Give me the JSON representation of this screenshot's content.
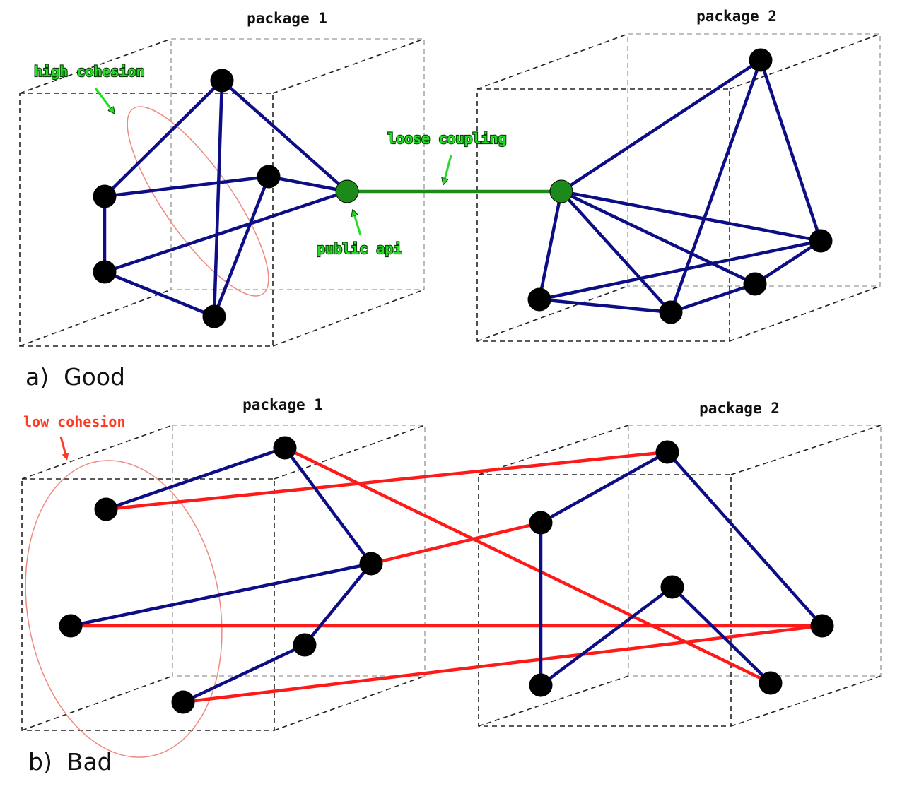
{
  "colors": {
    "internal_edge": "#0d0d85",
    "api_edge": "#1b8a1b",
    "coupling_edge": "#ff1a1a",
    "node": "#000000",
    "api_node": "#1b8a1b",
    "annotation_good": "#22dd22",
    "annotation_bad": "#ff3a22",
    "cohesion_ellipse": "#f08a80"
  },
  "good": {
    "part_label": "a)  Good",
    "package1_title": "package 1",
    "package2_title": "package 2",
    "annotations": {
      "high_cohesion": "high cohesion",
      "loose_coupling": "loose coupling",
      "public_api": "public api"
    }
  },
  "bad": {
    "part_label": "b)  Bad",
    "package1_title": "package 1",
    "package2_title": "package 2",
    "annotations": {
      "low_cohesion": "low cohesion"
    }
  }
}
